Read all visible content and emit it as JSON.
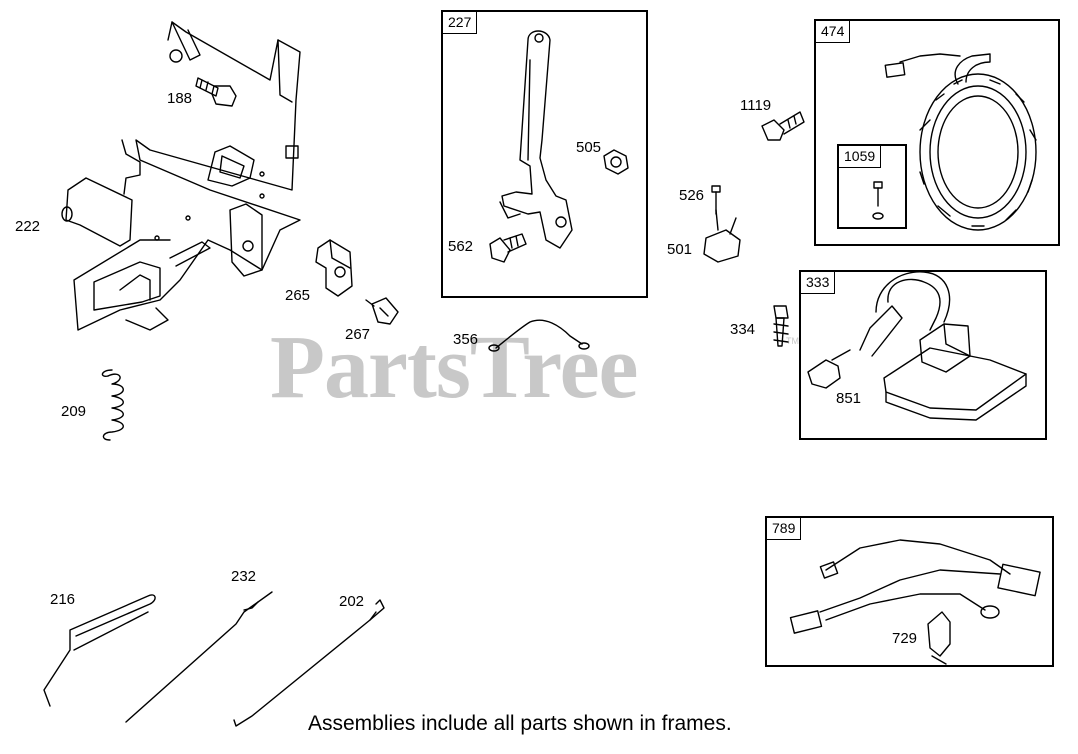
{
  "watermark": {
    "text": "PartsTree",
    "trademark": "TM"
  },
  "footer_note": "Assemblies include all parts shown in frames.",
  "parts": {
    "p188": "188",
    "p222": "222",
    "p209": "209",
    "p265": "265",
    "p267": "267",
    "p356": "356",
    "p562": "562",
    "p505": "505",
    "p1119": "1119",
    "p526": "526",
    "p501": "501",
    "p334": "334",
    "p851": "851",
    "p729": "729",
    "p216": "216",
    "p232": "232",
    "p202": "202"
  },
  "frames": {
    "f227": "227",
    "f474": "474",
    "f1059": "1059",
    "f333": "333",
    "f789": "789"
  },
  "colors": {
    "watermark": "#c8c8c8",
    "line": "#000000",
    "background": "#ffffff"
  }
}
